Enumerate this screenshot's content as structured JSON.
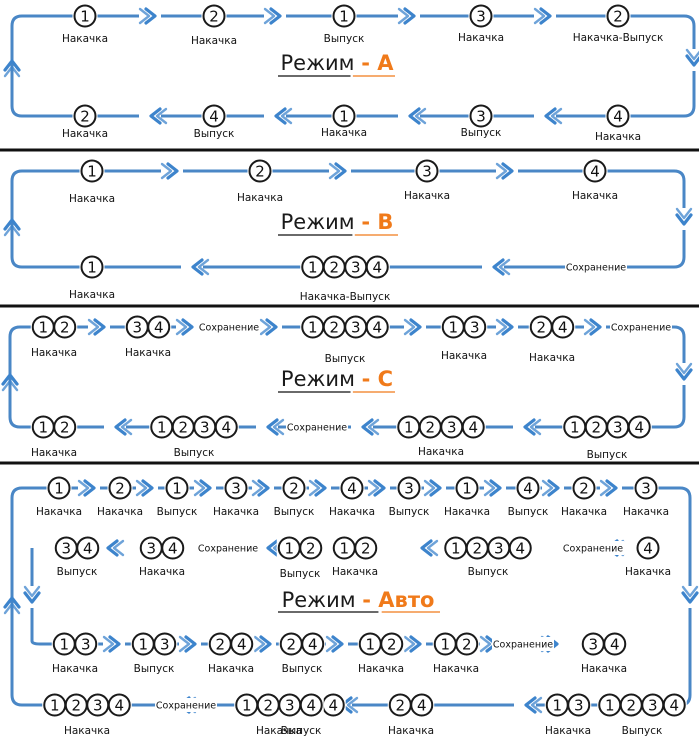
{
  "diagram": {
    "colors": {
      "loop": "#4a87c6",
      "arrow": "#3d84cc",
      "circle_stroke": "#1a1a1a",
      "label": "#111111",
      "separator": "#111111",
      "mode_letter": "#f07a1a",
      "heading": "#1a1a1a"
    },
    "modes": [
      {
        "heading": {
          "word": "Режим",
          "suffix": "- A"
        },
        "nodes": [
          {
            "nums": [
              "1"
            ],
            "label": "Накачка"
          },
          {
            "nums": [
              "2"
            ],
            "label": "Накачка"
          },
          {
            "nums": [
              "1"
            ],
            "label": "Выпуск"
          },
          {
            "nums": [
              "3"
            ],
            "label": "Накачка"
          },
          {
            "nums": [
              "2"
            ],
            "label": "Накачка-Выпуск"
          },
          {
            "nums": [
              "4"
            ],
            "label": "Накачка"
          },
          {
            "nums": [
              "3"
            ],
            "label": "Выпуск"
          },
          {
            "nums": [
              "1"
            ],
            "label": "Накачка"
          },
          {
            "nums": [
              "4"
            ],
            "label": "Выпуск"
          },
          {
            "nums": [
              "2"
            ],
            "label": "Накачка"
          }
        ],
        "save_labels": []
      },
      {
        "heading": {
          "word": "Режим",
          "suffix": "- B"
        },
        "nodes": [
          {
            "nums": [
              "1"
            ],
            "label": "Накачка"
          },
          {
            "nums": [
              "2"
            ],
            "label": "Накачка"
          },
          {
            "nums": [
              "3"
            ],
            "label": "Накачка"
          },
          {
            "nums": [
              "4"
            ],
            "label": "Накачка"
          },
          {
            "nums": [
              "1",
              "2",
              "3",
              "4"
            ],
            "label": "Накачка-Выпуск"
          },
          {
            "nums": [
              "1"
            ],
            "label": "Накачка"
          }
        ],
        "save_labels": [
          "Сохранение"
        ]
      },
      {
        "heading": {
          "word": "Режим",
          "suffix": "- C"
        },
        "nodes": [
          {
            "nums": [
              "1",
              "2"
            ],
            "label": "Накачка"
          },
          {
            "nums": [
              "3",
              "4"
            ],
            "label": "Накачка"
          },
          {
            "nums": [
              "1",
              "2",
              "3",
              "4"
            ],
            "label": "Выпуск"
          },
          {
            "nums": [
              "1",
              "3"
            ],
            "label": "Накачка"
          },
          {
            "nums": [
              "2",
              "4"
            ],
            "label": "Накачка"
          },
          {
            "nums": [
              "1",
              "2",
              "3",
              "4"
            ],
            "label": "Выпуск"
          },
          {
            "nums": [
              "1",
              "2",
              "3",
              "4"
            ],
            "label": "Накачка"
          },
          {
            "nums": [
              "1",
              "2",
              "3",
              "4"
            ],
            "label": "Выпуск"
          },
          {
            "nums": [
              "1",
              "2"
            ],
            "label": "Накачка"
          }
        ],
        "save_labels": [
          "Сохранение",
          "Сохранение",
          "Сохранение"
        ]
      },
      {
        "heading": {
          "word": "Режим",
          "suffix": "- Авто"
        },
        "nodes": [
          {
            "nums": [
              "1"
            ],
            "label": "Накачка"
          },
          {
            "nums": [
              "2"
            ],
            "label": "Накачка"
          },
          {
            "nums": [
              "1"
            ],
            "label": "Выпуск"
          },
          {
            "nums": [
              "3"
            ],
            "label": "Накачка"
          },
          {
            "nums": [
              "2"
            ],
            "label": "Выпуск"
          },
          {
            "nums": [
              "4"
            ],
            "label": "Накачка"
          },
          {
            "nums": [
              "3"
            ],
            "label": "Выпуск"
          },
          {
            "nums": [
              "1"
            ],
            "label": "Накачка"
          },
          {
            "nums": [
              "4"
            ],
            "label": "Выпуск"
          },
          {
            "nums": [
              "2"
            ],
            "label": "Накачка"
          },
          {
            "nums": [
              "3"
            ],
            "label": "Накачка"
          },
          {
            "nums": [
              "4"
            ],
            "label": "Накачка"
          },
          {
            "nums": [
              "1",
              "2",
              "3",
              "4"
            ],
            "label": "Выпуск"
          },
          {
            "nums": [
              "1",
              "2"
            ],
            "label": "Накачка"
          },
          {
            "nums": [
              "1",
              "2"
            ],
            "label": "Выпуск"
          },
          {
            "nums": [
              "3",
              "4"
            ],
            "label": "Накачка"
          },
          {
            "nums": [
              "3",
              "4"
            ],
            "label": "Выпуск"
          },
          {
            "nums": [
              "1",
              "3"
            ],
            "label": "Накачка"
          },
          {
            "nums": [
              "1",
              "3"
            ],
            "label": "Выпуск"
          },
          {
            "nums": [
              "2",
              "4"
            ],
            "label": "Накачка"
          },
          {
            "nums": [
              "2",
              "4"
            ],
            "label": "Выпуск"
          },
          {
            "nums": [
              "1",
              "2"
            ],
            "label": "Накачка"
          },
          {
            "nums": [
              "1",
              "2"
            ],
            "label": "Накачка"
          },
          {
            "nums": [
              "3",
              "4"
            ],
            "label": "Накачка"
          },
          {
            "nums": [
              "1",
              "2",
              "3",
              "4"
            ],
            "label": "Выпуск"
          },
          {
            "nums": [
              "1",
              "3"
            ],
            "label": "Накачка"
          },
          {
            "nums": [
              "2",
              "4"
            ],
            "label": "Накачка"
          },
          {
            "nums": [
              "1",
              "2",
              "3",
              "4"
            ],
            "label": "Выпуск"
          },
          {
            "nums": [
              "1",
              "2",
              "3",
              "4"
            ],
            "label": "Накачка"
          },
          {
            "nums": [
              "1",
              "2",
              "3",
              "4"
            ],
            "label": "Накачка"
          },
          {
            "nums": [
              "1",
              "2",
              "3",
              "4"
            ],
            "label": "Выпуск"
          }
        ],
        "save_labels": [
          "Сохранение",
          "Сохранение",
          "Сохранение",
          "Сохранение"
        ]
      }
    ]
  }
}
